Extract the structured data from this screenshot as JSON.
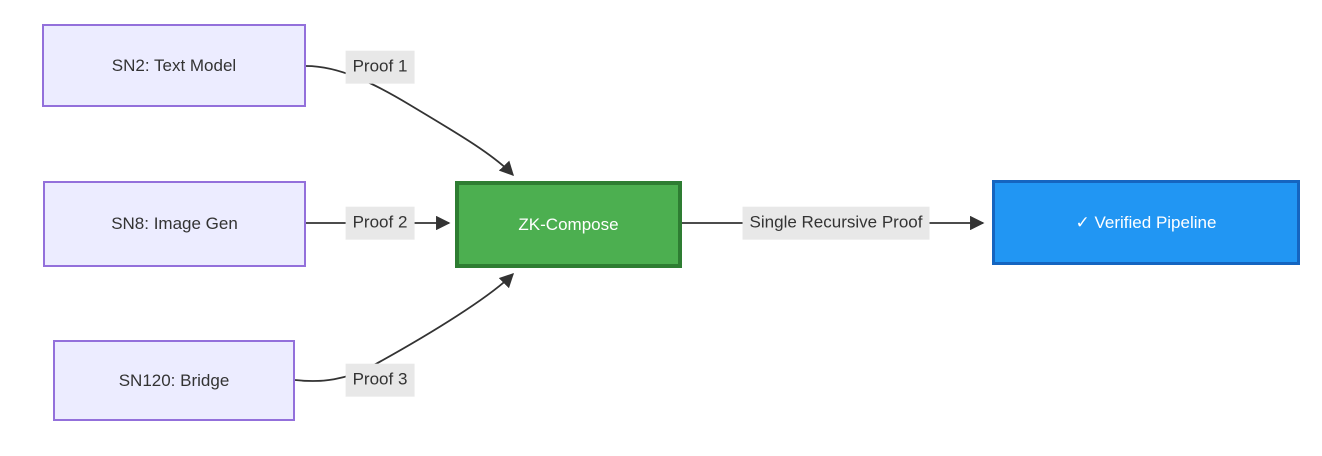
{
  "diagram": {
    "type": "flowchart",
    "direction": "left-to-right",
    "background": "#ffffff",
    "edge_color": "#333333",
    "edge_label_bg": "#e8e8e8",
    "nodes": [
      {
        "id": "sn2",
        "label": "SN2: Text Model",
        "fill": "#ECECFF",
        "stroke": "#9370DB",
        "text_color": "#333333"
      },
      {
        "id": "sn8",
        "label": "SN8: Image Gen",
        "fill": "#ECECFF",
        "stroke": "#9370DB",
        "text_color": "#333333"
      },
      {
        "id": "sn120",
        "label": "SN120: Bridge",
        "fill": "#ECECFF",
        "stroke": "#9370DB",
        "text_color": "#333333"
      },
      {
        "id": "zk_compose",
        "label": "ZK-Compose",
        "fill": "#4CAF50",
        "stroke": "#2E7D32",
        "text_color": "#ffffff"
      },
      {
        "id": "verified",
        "label": "✓ Verified Pipeline",
        "fill": "#2196F3",
        "stroke": "#1565C0",
        "text_color": "#ffffff"
      }
    ],
    "edges": [
      {
        "from": "sn2",
        "to": "zk_compose",
        "label": "Proof 1"
      },
      {
        "from": "sn8",
        "to": "zk_compose",
        "label": "Proof 2"
      },
      {
        "from": "sn120",
        "to": "zk_compose",
        "label": "Proof 3"
      },
      {
        "from": "zk_compose",
        "to": "verified",
        "label": "Single Recursive Proof"
      }
    ]
  }
}
